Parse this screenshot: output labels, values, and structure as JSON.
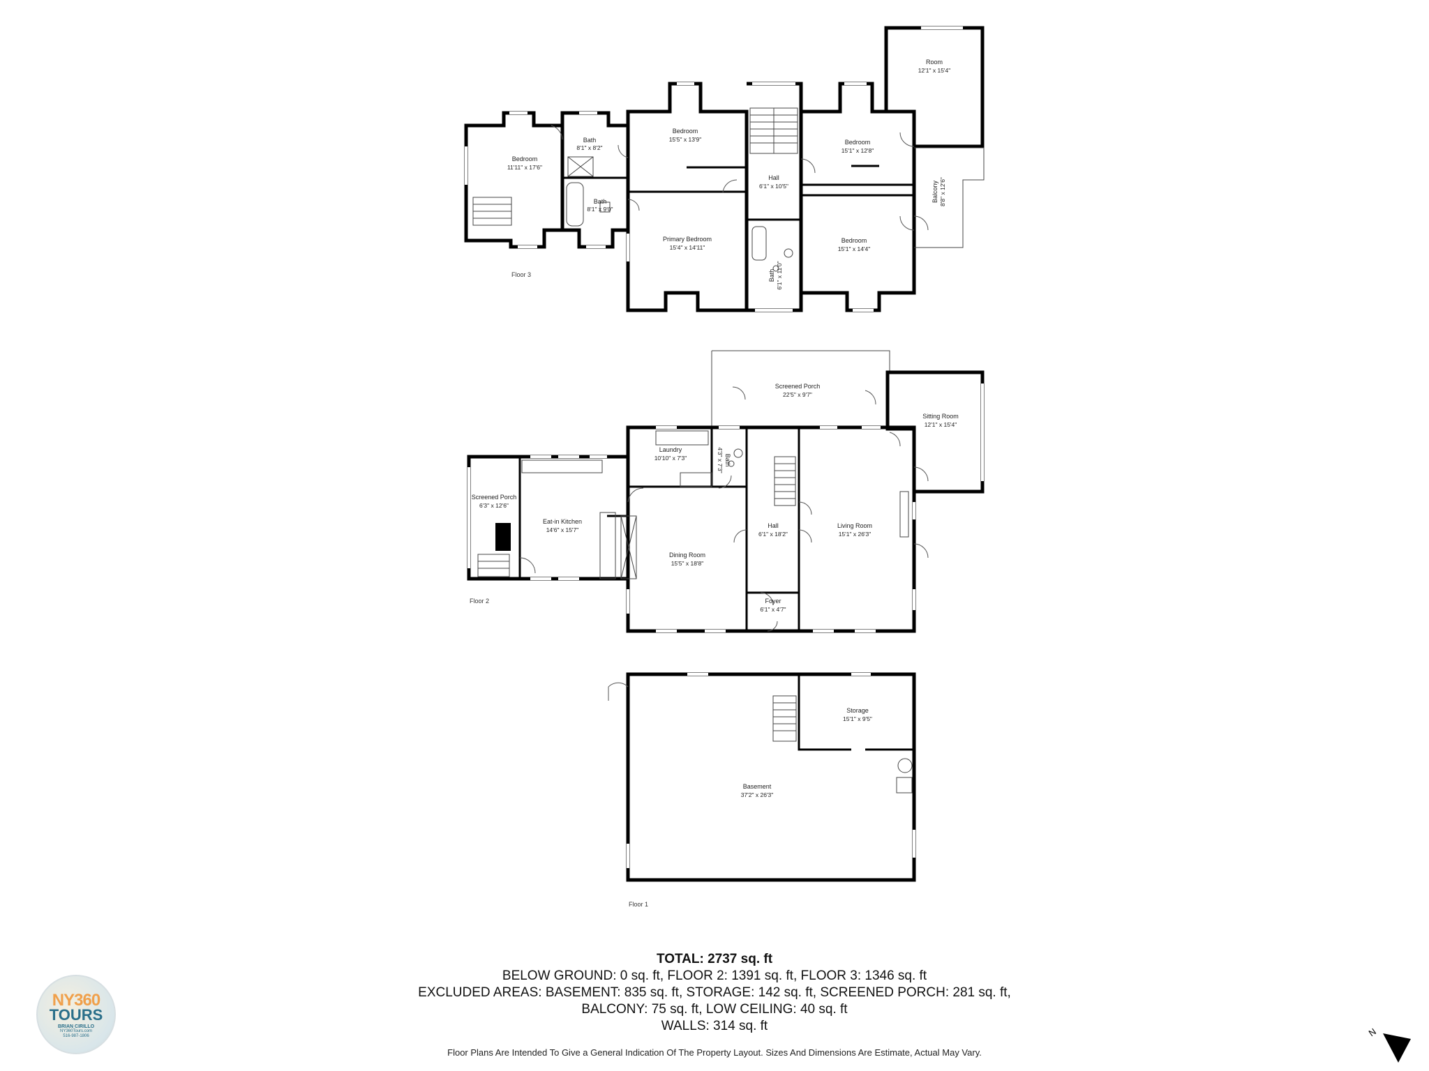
{
  "floors": {
    "floor3": {
      "label": "Floor 3",
      "rooms": {
        "bedroom_a": {
          "name": "Bedroom",
          "dims": "11'11\" x 17'6\""
        },
        "bath_a": {
          "name": "Bath",
          "dims": "8'1\" x 8'2\""
        },
        "bath_b": {
          "name": "Bath",
          "dims": "8'1\" x 9'0\""
        },
        "bedroom_b": {
          "name": "Bedroom",
          "dims": "15'5\" x 13'9\""
        },
        "primary": {
          "name": "Primary Bedroom",
          "dims": "15'4\" x 14'11\""
        },
        "hall": {
          "name": "Hall",
          "dims": "6'1\" x 10'5\""
        },
        "bath_c": {
          "name": "Bath",
          "dims": "6'1\" x 11'0\""
        },
        "bedroom_c": {
          "name": "Bedroom",
          "dims": "15'1\" x 12'8\""
        },
        "bedroom_d": {
          "name": "Bedroom",
          "dims": "15'1\" x 14'4\""
        },
        "room": {
          "name": "Room",
          "dims": "12'1\" x 15'4\""
        },
        "balcony": {
          "name": "Balcony",
          "dims": "8'8\" x 12'6\""
        }
      }
    },
    "floor2": {
      "label": "Floor 2",
      "rooms": {
        "screened_porch_top": {
          "name": "Screened Porch",
          "dims": "22'5\" x 9'7\""
        },
        "sitting": {
          "name": "Sitting Room",
          "dims": "12'1\" x 15'4\""
        },
        "laundry": {
          "name": "Laundry",
          "dims": "10'10\" x 7'3\""
        },
        "bath": {
          "name": "Bath",
          "dims": "4'3\" x 7'3\""
        },
        "screened_porch_left": {
          "name": "Screened Porch",
          "dims": "6'3\" x 12'6\""
        },
        "kitchen": {
          "name": "Eat-in Kitchen",
          "dims": "14'6\" x 15'7\""
        },
        "dining": {
          "name": "Dining Room",
          "dims": "15'5\" x 18'8\""
        },
        "hall": {
          "name": "Hall",
          "dims": "6'1\" x 18'2\""
        },
        "living": {
          "name": "Living Room",
          "dims": "15'1\" x 26'3\""
        },
        "foyer": {
          "name": "Foyer",
          "dims": "6'1\" x 4'7\""
        }
      }
    },
    "floor1": {
      "label": "Floor 1",
      "rooms": {
        "storage": {
          "name": "Storage",
          "dims": "15'1\" x 9'5\""
        },
        "basement": {
          "name": "Basement",
          "dims": "37'2\" x 26'3\""
        }
      }
    }
  },
  "summary": {
    "total": "TOTAL: 2737 sq. ft",
    "line1": "BELOW GROUND: 0 sq. ft, FLOOR 2: 1391 sq. ft, FLOOR 3: 1346 sq. ft",
    "line2": "EXCLUDED AREAS: BASEMENT: 835 sq. ft, STORAGE: 142 sq. ft, SCREENED PORCH: 281 sq. ft,",
    "line3": "BALCONY: 75 sq. ft, LOW CEILING: 40 sq. ft",
    "line4": "WALLS: 314 sq. ft"
  },
  "disclaimer": "Floor Plans Are Intended To Give a General Indication Of The Property Layout. Sizes And Dimensions Are Estimate, Actual May Vary.",
  "logo": {
    "brand_ny": "NY",
    "brand_360": "360",
    "brand_tours": "TOURS",
    "name": "BRIAN CIRILLO",
    "site": "NY360Tours.com",
    "phone": "516-987-1806"
  },
  "compass": {
    "letter": "N"
  }
}
